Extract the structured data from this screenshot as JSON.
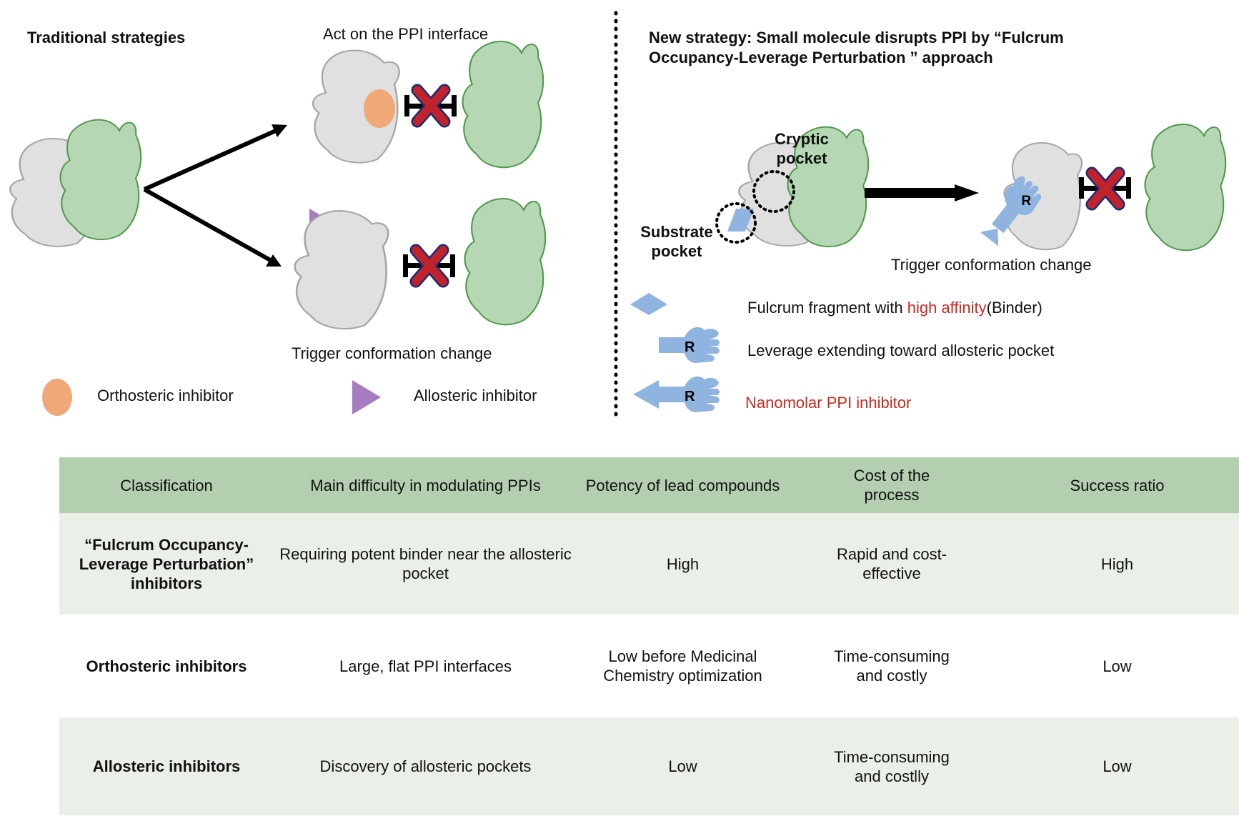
{
  "left_panel": {
    "title": "Traditional strategies",
    "top_path_label": "Act on the PPI interface",
    "bottom_path_label": "Trigger conformation change",
    "legend": [
      {
        "symbol": "orange-ellipse",
        "label": "Orthosteric inhibitor"
      },
      {
        "symbol": "purple-triangle",
        "label": "Allosteric inhibitor"
      }
    ]
  },
  "right_panel": {
    "title_line1": "New strategy:  Small molecule disrupts PPI by “Fulcrum",
    "title_line2": "Occupancy-Leverage Perturbation ” approach",
    "cryptic_pocket_line1": "Cryptic",
    "cryptic_pocket_line2": "pocket",
    "substrate_pocket_line1": "Substrate",
    "substrate_pocket_line2": "pocket",
    "result_label": "Trigger conformation change",
    "hand_letter": "R",
    "legend": [
      {
        "symbol": "blue-diamond",
        "label_prefix": "Fulcrum fragment with ",
        "label_highlight": "high affinity",
        "label_suffix": "(Binder)"
      },
      {
        "symbol": "blue-hand",
        "label": "Leverage extending toward allosteric pocket"
      },
      {
        "symbol": "blue-arrow-hand",
        "label": "Nanomolar PPI inhibitor"
      }
    ]
  },
  "colors": {
    "protein_grey": "#e0e0e0",
    "protein_green": "#b5d7b3",
    "green_outline": "#4f9a4b",
    "orthosteric_orange": "#f0a878",
    "allosteric_purple": "#a77bc0",
    "fulcrum_blue": "#8fb4df",
    "block_red": "#c0232b",
    "highlight_red": "#cc2a1e",
    "table_header": "#b4cfb0",
    "table_shade": "#eaf0e8"
  },
  "table": {
    "columns": [
      "Classification",
      "Main difficulty in modulating PPIs",
      "Potency of lead compounds",
      "Cost of the process",
      "Success ratio"
    ],
    "rows": [
      [
        "“Fulcrum Occupancy-Leverage Perturbation” inhibitors",
        "Requiring potent binder near the allosteric pocket",
        "High",
        "Rapid and cost-effective",
        "High"
      ],
      [
        "Orthosteric inhibitors",
        "Large, flat PPI interfaces",
        "Low before Medicinal Chemistry optimization",
        "Time-consuming and costly",
        "Low"
      ],
      [
        "Allosteric inhibitors",
        "Discovery of allosteric pockets",
        "Low",
        "Time-consuming and costlly",
        "Low"
      ]
    ]
  }
}
